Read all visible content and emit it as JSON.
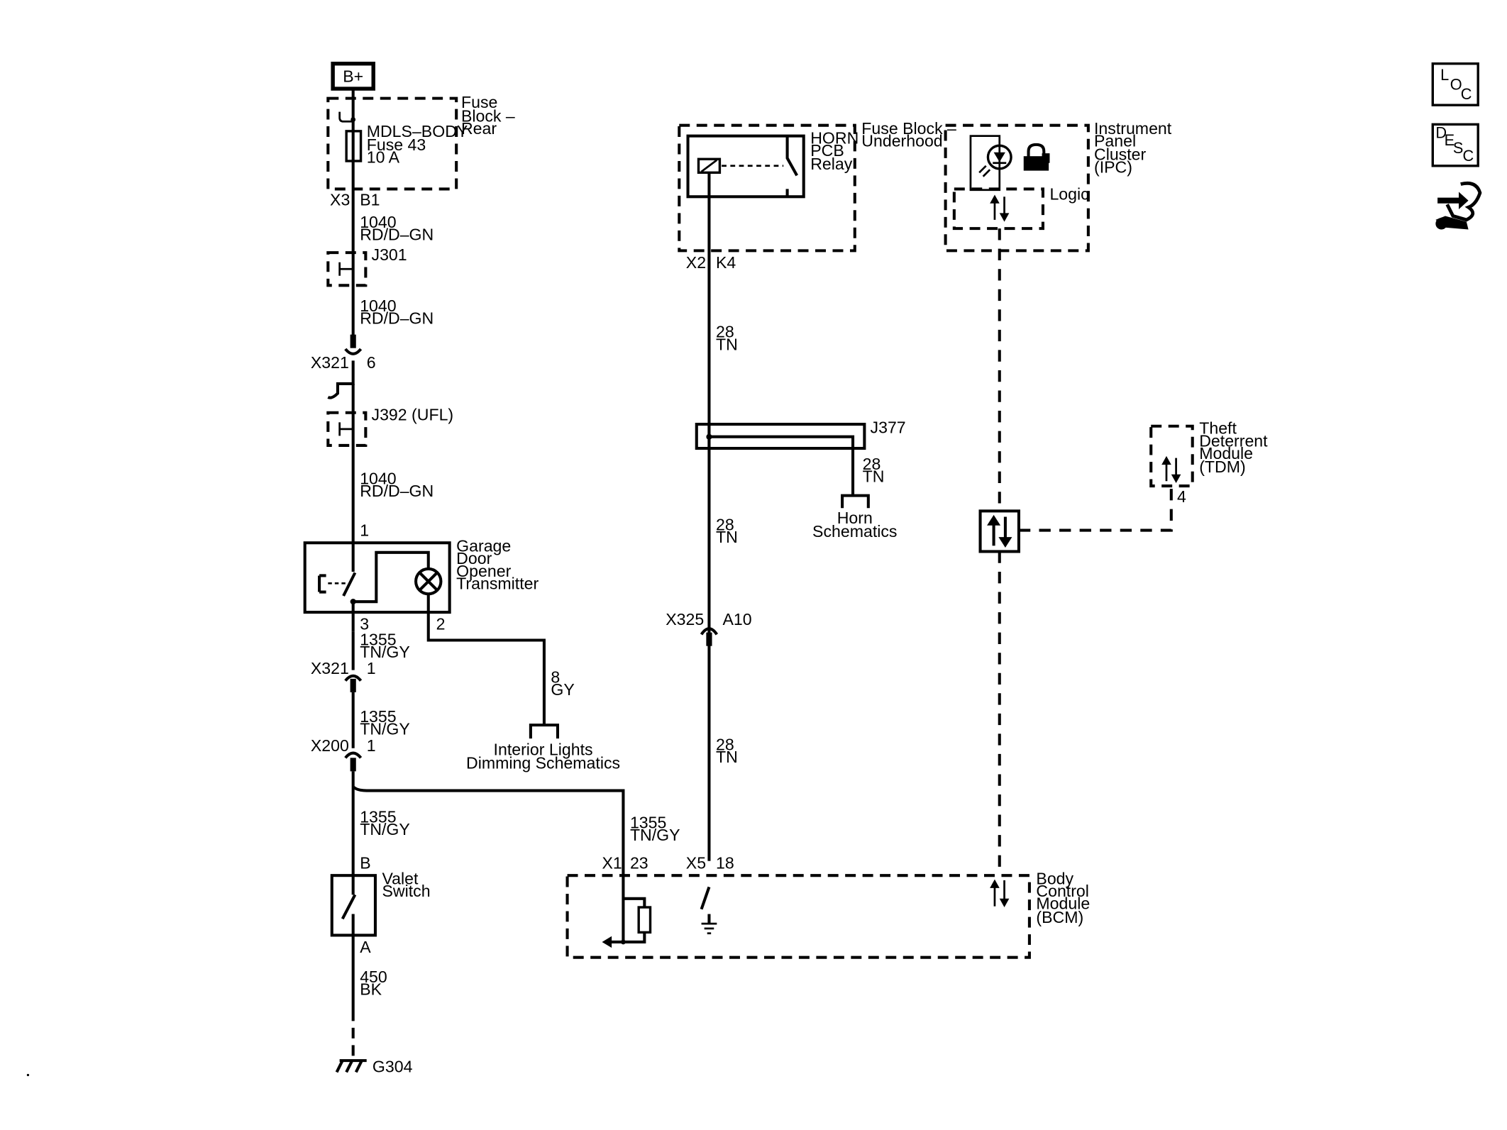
{
  "power": {
    "label": "B+"
  },
  "fuse_block_rear": {
    "name": [
      "Fuse",
      "Block –",
      "Rear"
    ],
    "fuse": [
      "MDLS–BODY",
      "Fuse 43",
      "10 A"
    ],
    "connector": "X3",
    "pin": "B1"
  },
  "wires_left": {
    "seg1": [
      "1040",
      "RD/D–GN"
    ],
    "seg2": [
      "1040",
      "RD/D–GN"
    ],
    "seg3": [
      "1040",
      "RD/D–GN"
    ],
    "seg4": [
      "1355",
      "TN/GY"
    ],
    "seg5": [
      "1355",
      "TN/GY"
    ],
    "seg6": [
      "1355",
      "TN/GY"
    ],
    "seg7": [
      "450",
      "BK"
    ],
    "bcm_feed": [
      "1355",
      "TN/GY"
    ]
  },
  "splices": {
    "j301": "J301",
    "j392": "J392 (UFL)",
    "j377": "J377"
  },
  "connectors": {
    "x321_a": {
      "name": "X321",
      "pin": "6"
    },
    "x321_b": {
      "name": "X321",
      "pin": "1"
    },
    "x200": {
      "name": "X200",
      "pin": "1"
    },
    "x325": {
      "name": "X325",
      "pin": "A10"
    },
    "x2": {
      "name": "X2",
      "pin": "K4"
    },
    "x1": {
      "name": "X1",
      "pin": "23"
    },
    "x5": {
      "name": "X5",
      "pin": "18"
    }
  },
  "garage_door": {
    "name": [
      "Garage",
      "Door",
      "Opener",
      "Transmitter"
    ],
    "pin_in": "1",
    "pin_out": "3",
    "pin_lamp": "2"
  },
  "interior_lights": {
    "wire": [
      "8",
      "GY"
    ],
    "ref": [
      "Interior Lights",
      "Dimming Schematics"
    ]
  },
  "valet_switch": {
    "name": [
      "Valet",
      "Switch"
    ],
    "pin_top": "B",
    "pin_bottom": "A"
  },
  "ground": {
    "name": "G304"
  },
  "fuse_block_underhood": {
    "name": [
      "Fuse Block –",
      "Underhood"
    ],
    "relay": [
      "HORN",
      "PCB",
      "Relay"
    ]
  },
  "horn_wires": {
    "seg1": [
      "28",
      "TN"
    ],
    "seg2": [
      "28",
      "TN"
    ],
    "seg3": [
      "28",
      "TN"
    ],
    "branch": [
      "28",
      "TN"
    ]
  },
  "horn_ref": [
    "Horn",
    "Schematics"
  ],
  "ipc": {
    "name": [
      "Instrument",
      "Panel",
      "Cluster",
      "(IPC)"
    ],
    "logic": "Logic"
  },
  "tdm": {
    "name": [
      "Theft",
      "Deterrent",
      "Module",
      "(TDM)"
    ],
    "pin": "4"
  },
  "bcm": {
    "name": [
      "Body",
      "Control",
      "Module",
      "(BCM)"
    ]
  },
  "side_icons": [
    {
      "name": "loc-icon",
      "letters": [
        "L",
        "O",
        "C"
      ]
    },
    {
      "name": "desc-icon",
      "letters": [
        "D",
        "E",
        "S",
        "C"
      ]
    },
    {
      "name": "connector-wrench-icon"
    }
  ]
}
